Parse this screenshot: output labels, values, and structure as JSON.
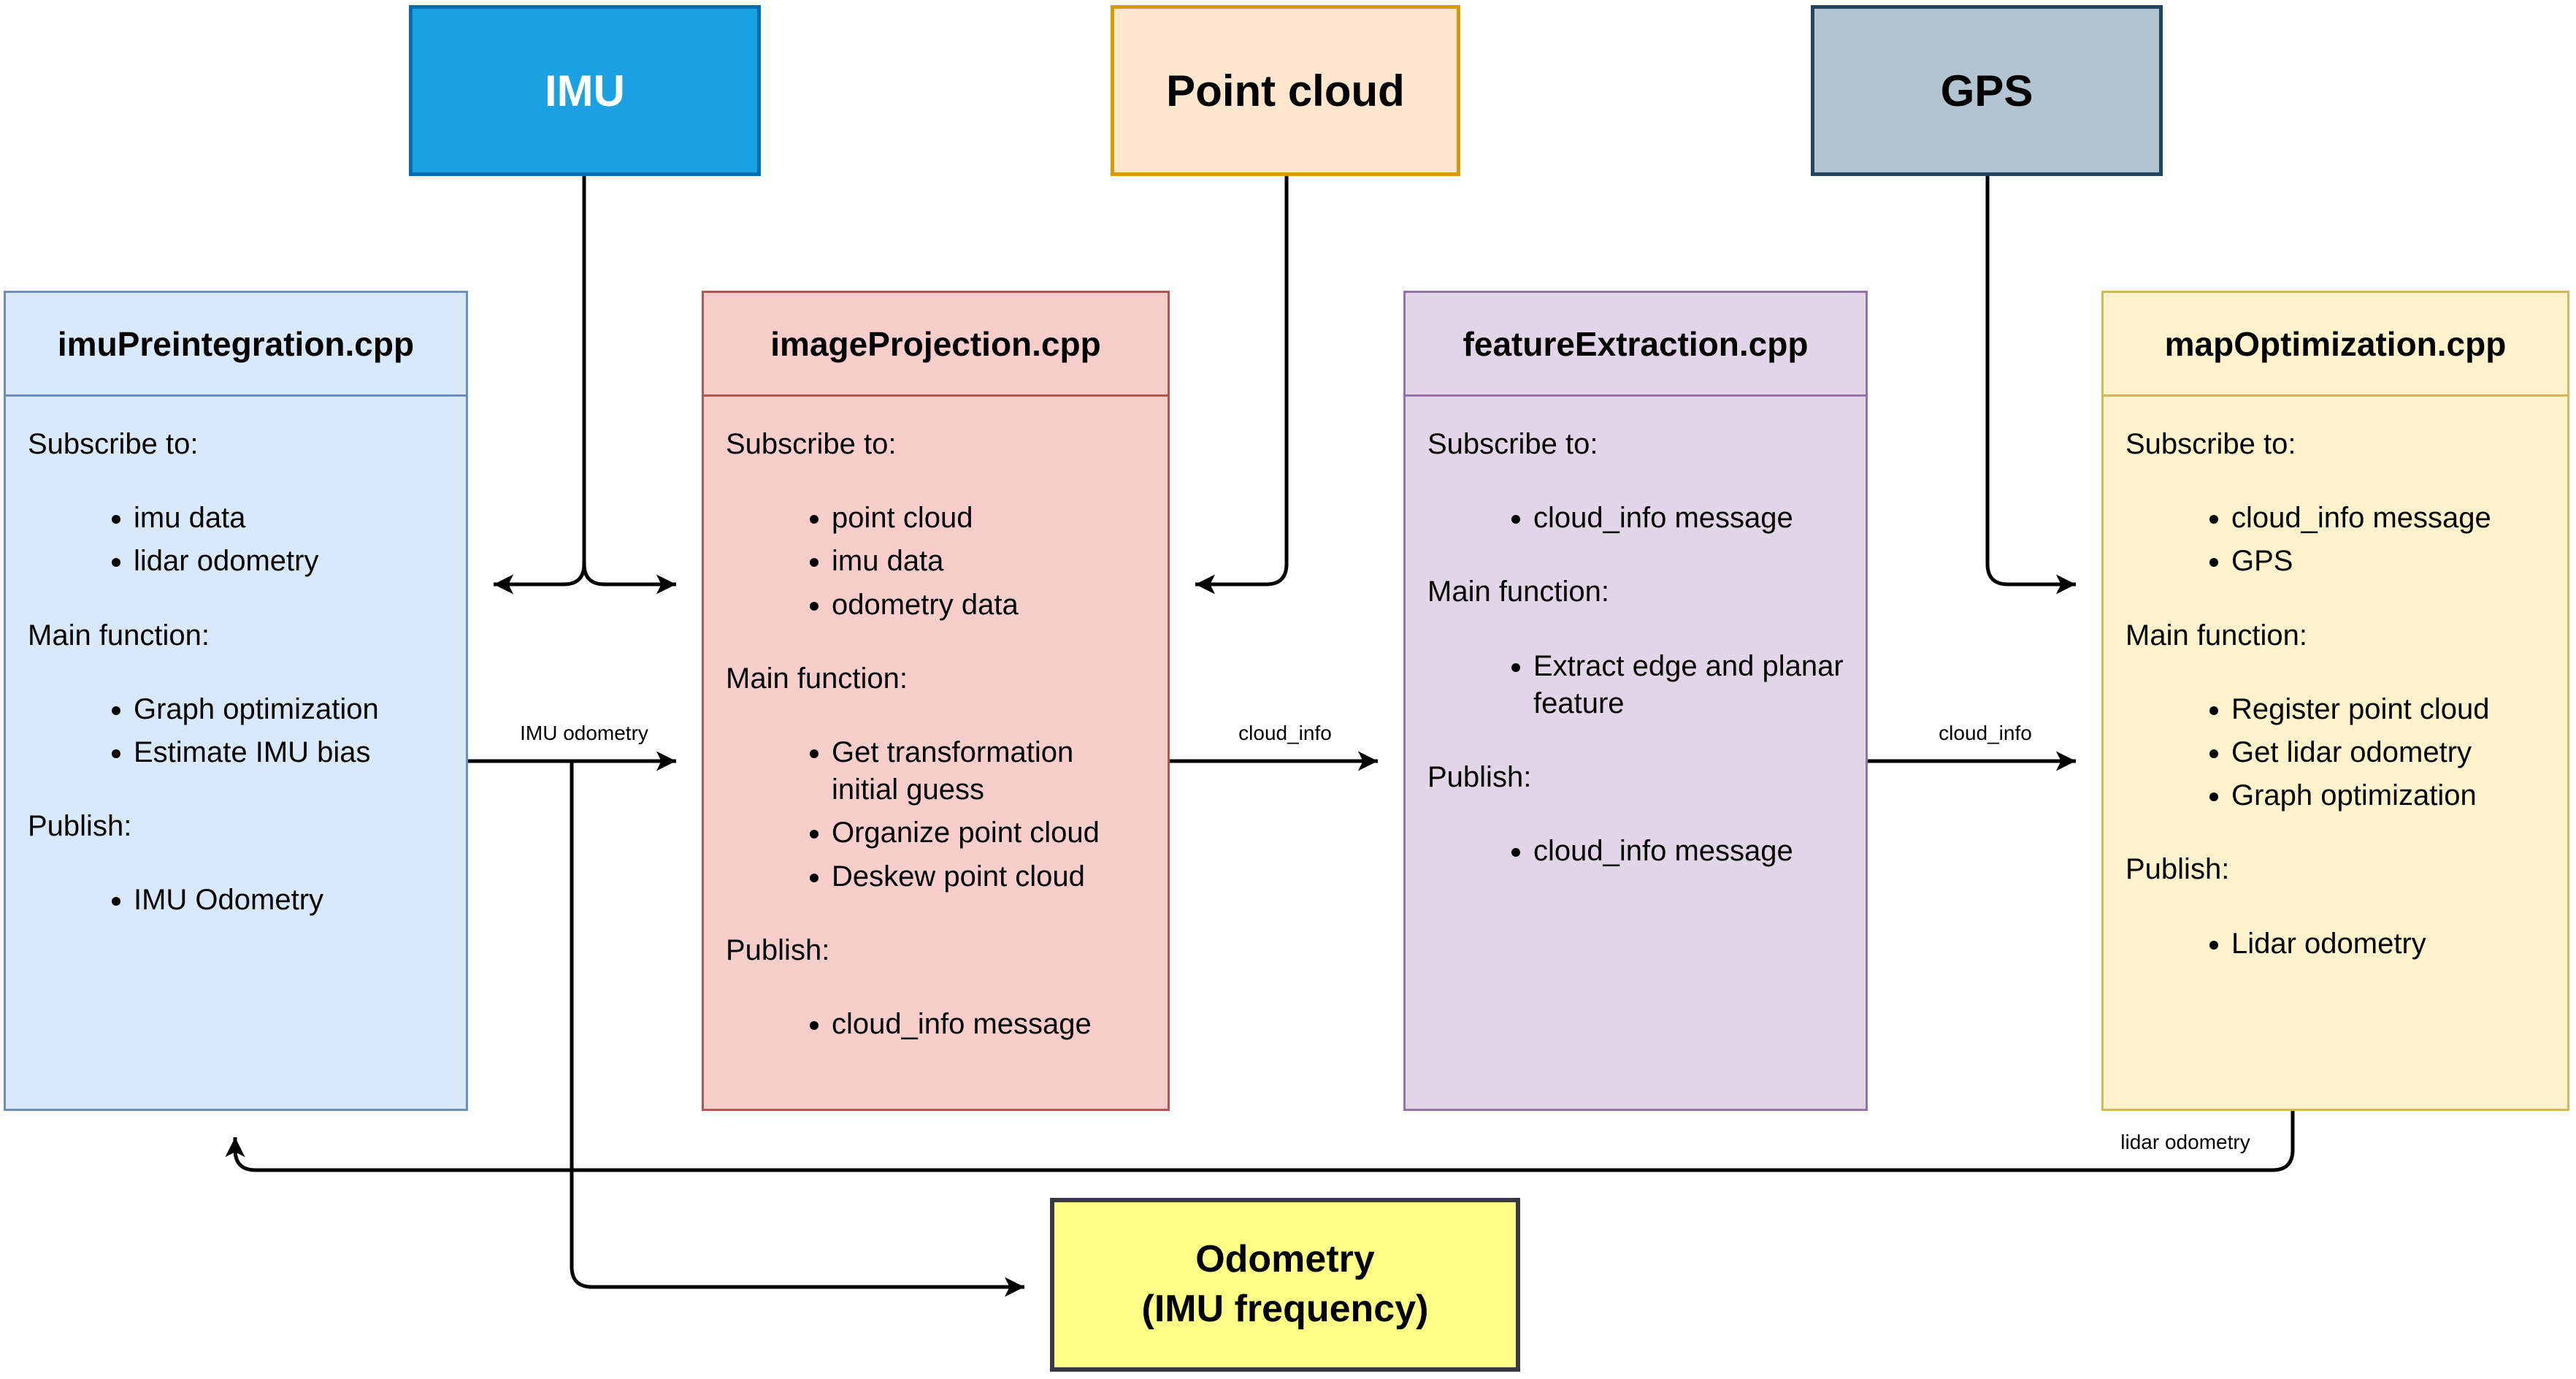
{
  "sources": [
    {
      "id": "imu",
      "label": "IMU"
    },
    {
      "id": "point-cloud",
      "label": "Point cloud"
    },
    {
      "id": "gps",
      "label": "GPS"
    }
  ],
  "modules": [
    {
      "title": "imuPreintegration.cpp",
      "sections": [
        {
          "heading": "Subscribe to:",
          "items": [
            "imu data",
            "lidar odometry"
          ]
        },
        {
          "heading": "Main function:",
          "items": [
            "Graph optimization",
            "Estimate IMU bias"
          ]
        },
        {
          "heading": "Publish:",
          "items": [
            "IMU Odometry"
          ]
        }
      ]
    },
    {
      "title": "imageProjection.cpp",
      "sections": [
        {
          "heading": "Subscribe to:",
          "items": [
            "point cloud",
            "imu data",
            "odometry data"
          ]
        },
        {
          "heading": "Main function:",
          "items": [
            "Get transformation initial guess",
            "Organize point cloud",
            "Deskew point cloud"
          ]
        },
        {
          "heading": "Publish:",
          "items": [
            "cloud_info message"
          ]
        }
      ]
    },
    {
      "title": "featureExtraction.cpp",
      "sections": [
        {
          "heading": "Subscribe to:",
          "items": [
            "cloud_info message"
          ]
        },
        {
          "heading": "Main function:",
          "items": [
            "Extract edge and planar feature"
          ]
        },
        {
          "heading": "Publish:",
          "items": [
            "cloud_info message"
          ]
        }
      ]
    },
    {
      "title": "mapOptimization.cpp",
      "sections": [
        {
          "heading": "Subscribe to:",
          "items": [
            "cloud_info message",
            "GPS"
          ]
        },
        {
          "heading": "Main function:",
          "items": [
            "Register point cloud",
            "Get lidar odometry",
            "Graph optimization"
          ]
        },
        {
          "heading": "Publish:",
          "items": [
            "Lidar odometry"
          ]
        }
      ]
    }
  ],
  "output": {
    "line1": "Odometry",
    "line2": "(IMU frequency)"
  },
  "edge_labels": {
    "imu_odometry": "IMU odometry",
    "cloud_info_1": "cloud_info",
    "cloud_info_2": "cloud_info",
    "lidar_odometry": "lidar odometry"
  },
  "colors": {
    "imu_fill": "#1BA1E2",
    "imu_border": "#006EAF",
    "point_cloud_fill": "#FFE6CC",
    "point_cloud_border": "#D79B00",
    "gps_fill": "#B2C4D0",
    "gps_border": "#23445D",
    "imu_preintegration_fill": "#DAE8FC",
    "imu_preintegration_border": "#6C8EBF",
    "image_projection_fill": "#F8CECC",
    "image_projection_border": "#B85450",
    "feature_extraction_fill": "#E1D5E7",
    "feature_extraction_border": "#9673A6",
    "map_optimization_fill": "#FFF2CC",
    "map_optimization_border": "#D6B656",
    "odometry_fill": "#FFFF88",
    "odometry_border": "#36393D",
    "arrow": "#000000"
  }
}
